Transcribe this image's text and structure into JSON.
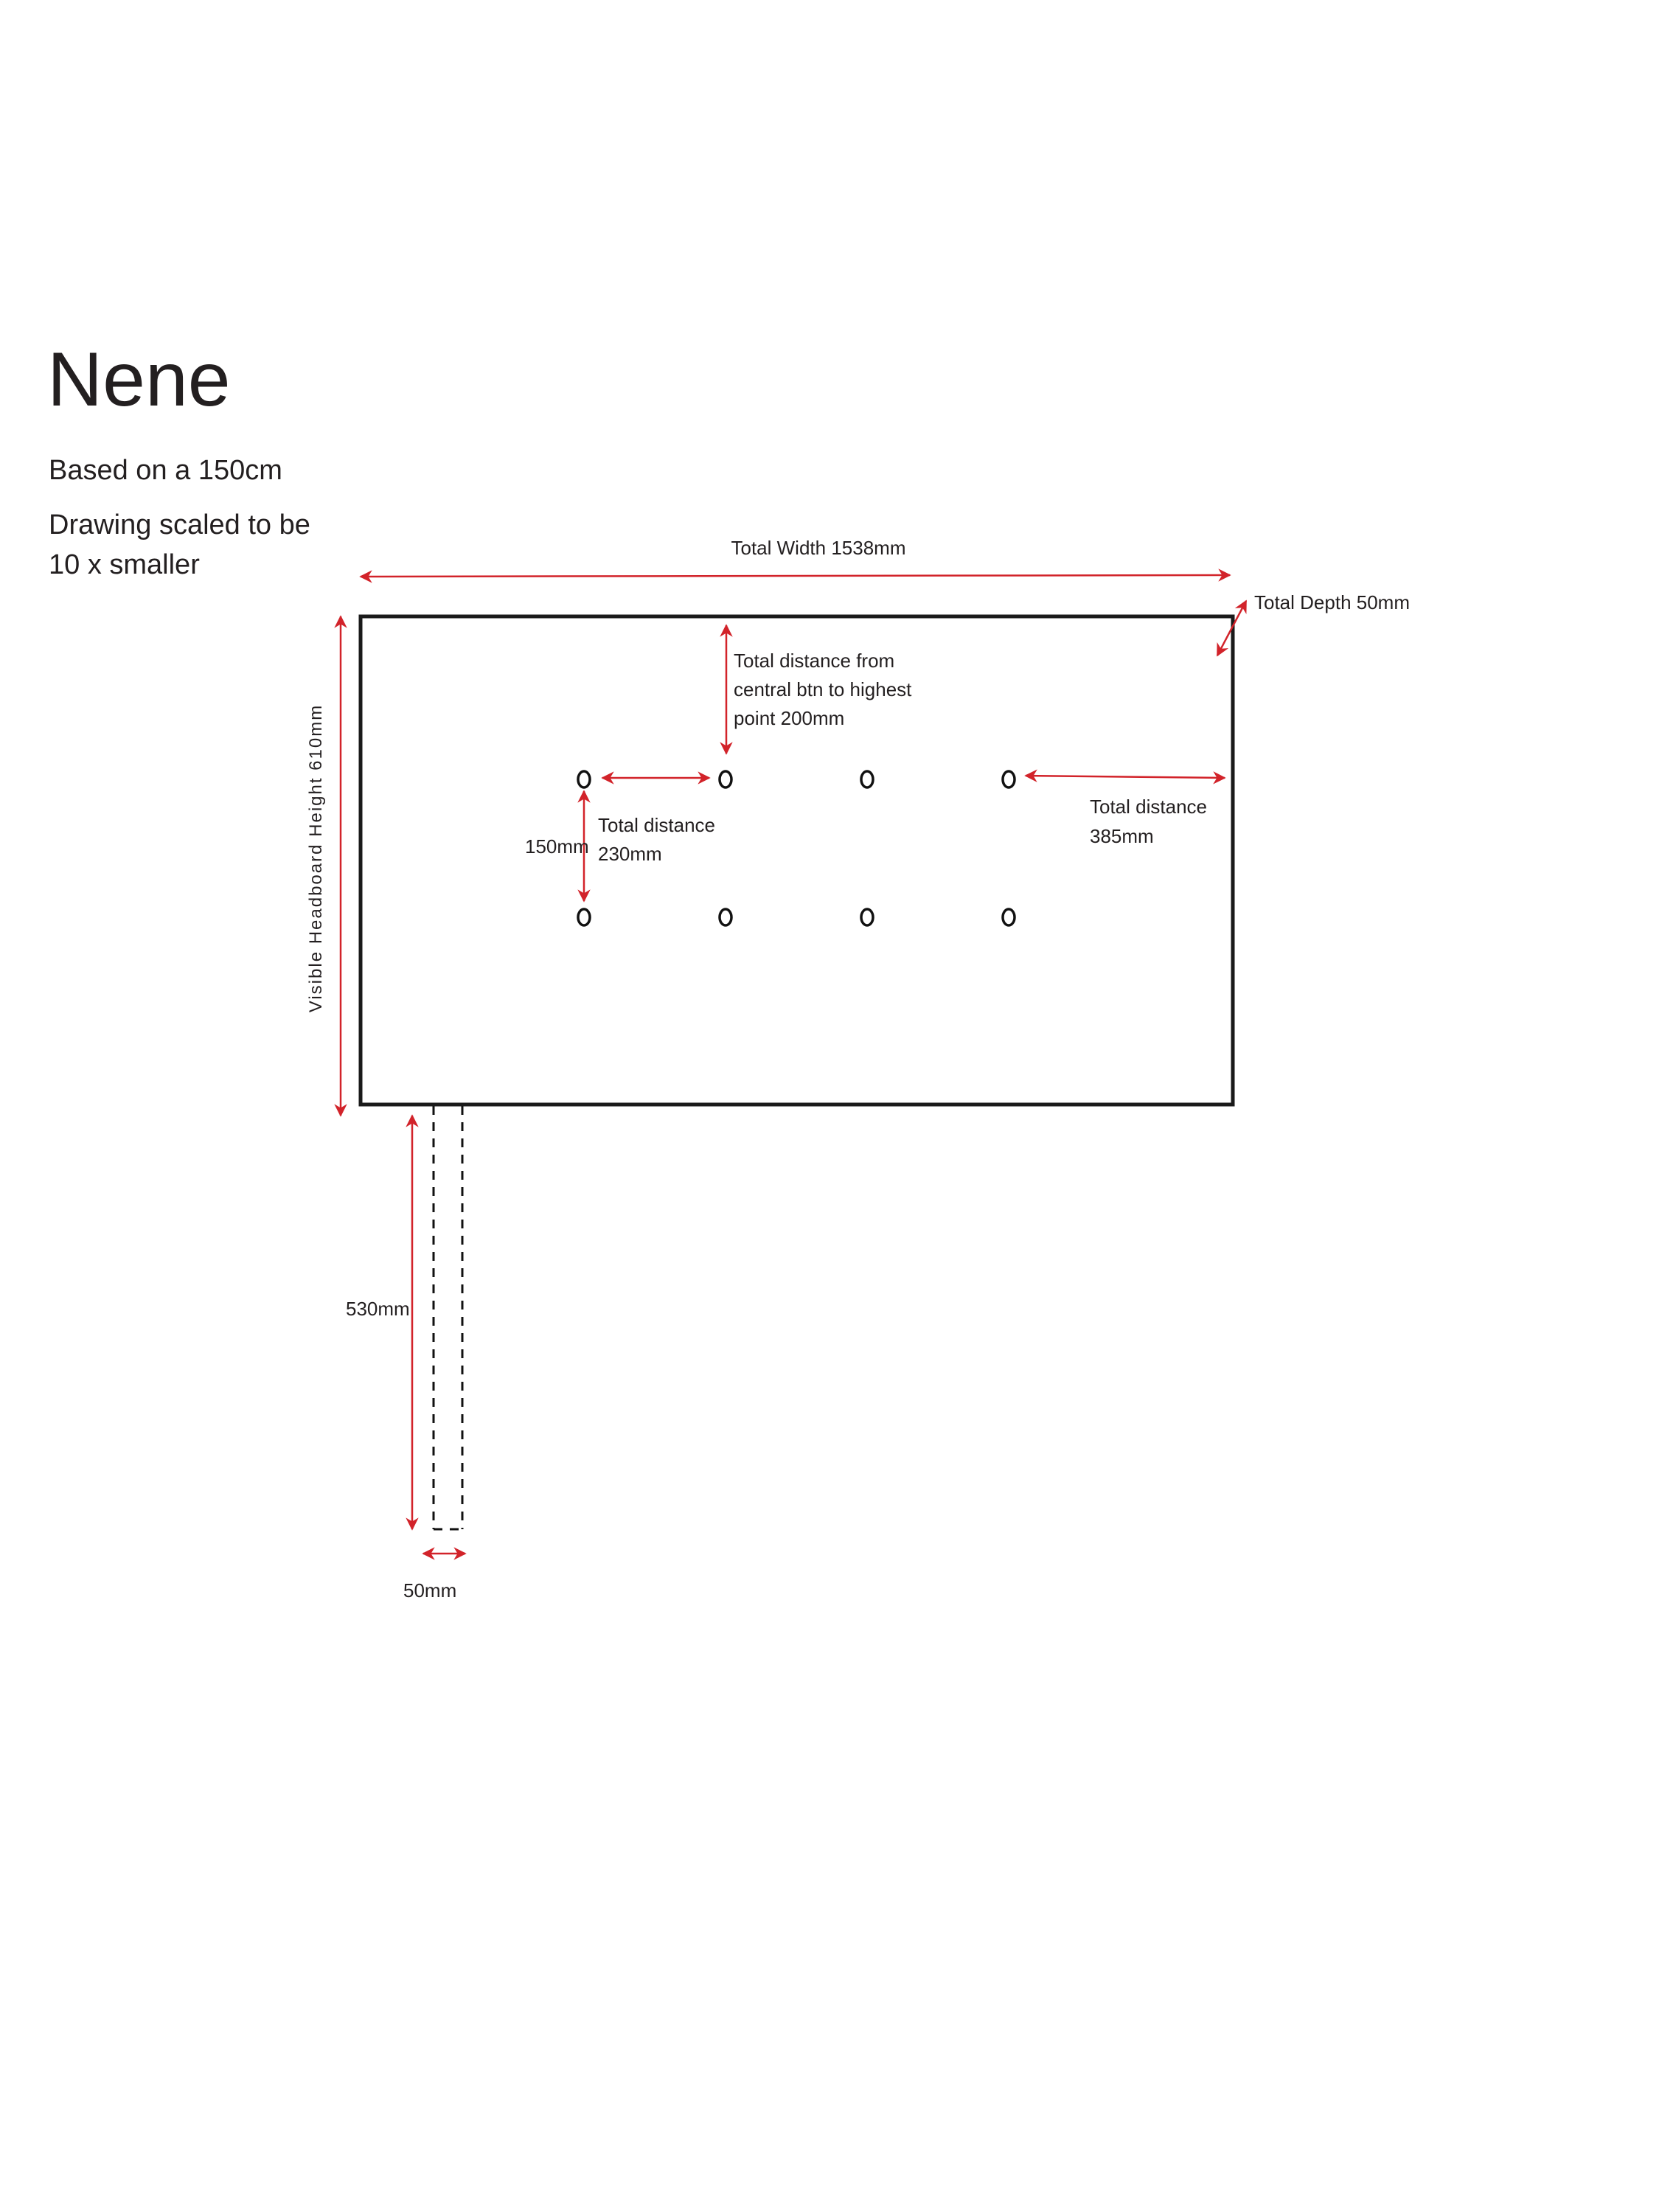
{
  "header": {
    "title": "Nene",
    "subtitle": "Based on a 150cm",
    "scale_note_line1": "Drawing scaled to be",
    "scale_note_line2": "10 x smaller"
  },
  "dimensions": {
    "total_width": "Total Width 1538mm",
    "total_depth": "Total Depth 50mm",
    "visible_height": "Visible Headboard Height 610mm",
    "top_distance": [
      "Total distance from",
      "central btn to highest",
      "point 200mm"
    ],
    "button_spacing_vertical": "150mm",
    "button_spacing_horizontal": [
      "Total distance",
      "230mm"
    ],
    "side_distance": [
      "Total distance",
      "385mm"
    ],
    "leg_length": "530mm",
    "leg_width": "50mm"
  },
  "colors": {
    "dimension_line": "#d2232a",
    "outline": "#1a1a1a"
  },
  "buttons": {
    "rows": 2,
    "columns": 4
  }
}
